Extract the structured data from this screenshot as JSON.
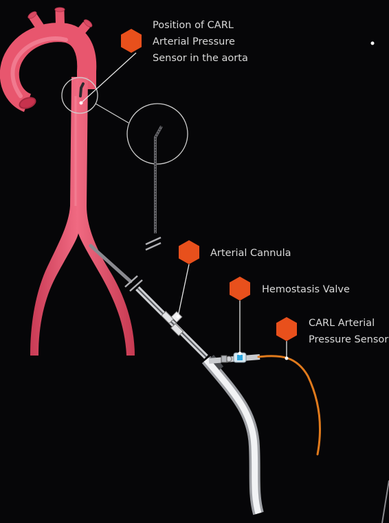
{
  "labels": {
    "carl_position": "Position of CARL Arterial Pressure Sensor in the aorta",
    "arterial_cannula": "Arterial Cannula",
    "hemostasis_valve": "Hemostasis Valve",
    "carl_sensor": "CARL Arterial Pressure Sensor"
  },
  "icons": {
    "marker": "hexagon-marker-icon",
    "break": "break-symbol-icon"
  },
  "colors": {
    "background": "#060608",
    "aorta": "#e8566e",
    "marker": "#e8501c",
    "sensor_line": "#e07a1c",
    "catheter": "#d8dade",
    "text": "#d9d9d9"
  }
}
